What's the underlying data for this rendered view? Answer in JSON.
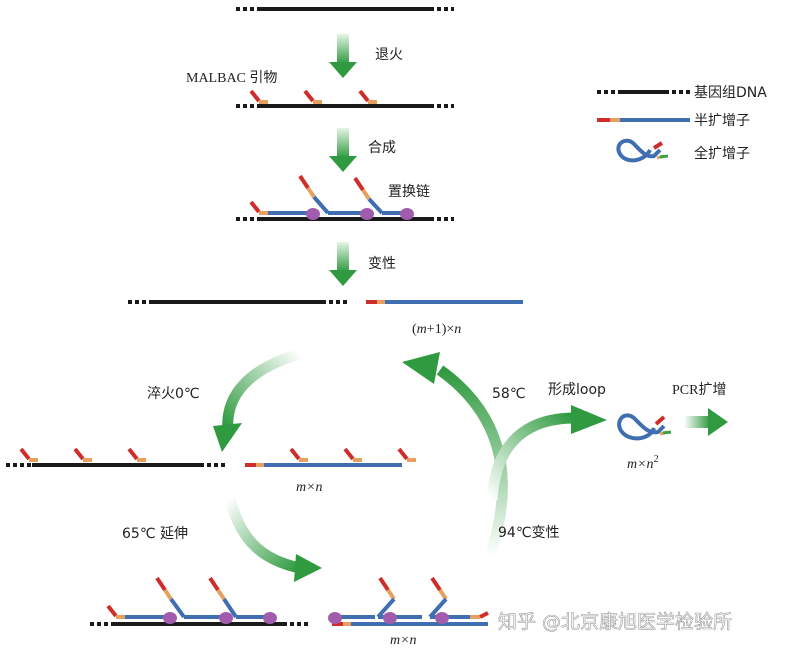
{
  "steps": {
    "annealing": "退火",
    "primer_label": "MALBAC  引物",
    "synthesis": "合成",
    "strand_displacement": "置换链",
    "denaturation": "变性",
    "count_m1n": "(m+1)×n",
    "quench": "淬火0℃",
    "t58": "58℃",
    "loop": "形成loop",
    "pcr": "PCR扩增",
    "mn2": "m×n²",
    "mn_mid": "m×n",
    "extend": "65℃ 延伸",
    "denat94": "94℃变性",
    "mn_bottom": "m×n"
  },
  "legend": {
    "genomic": "基因组DNA",
    "semi": "半扩增子",
    "full": "全扩增子"
  },
  "watermark": "知乎 @北京康旭医学检验所",
  "colors": {
    "genomic_dna": "#1a1a1a",
    "amplicon": "#3f6fb0",
    "primer_red": "#cf2d2a",
    "primer_orange": "#e8a060",
    "polymerase": "#a15cae",
    "arrow_green": "#2f9a3f"
  }
}
